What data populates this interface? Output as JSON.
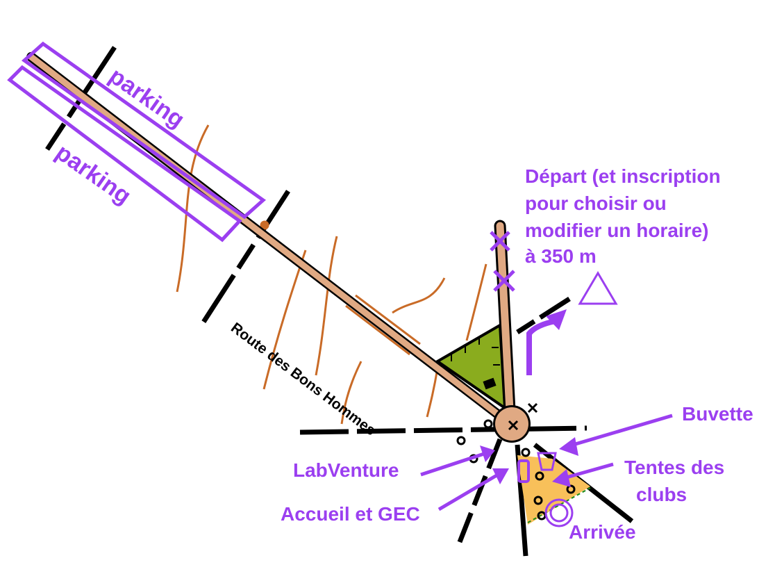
{
  "map": {
    "road_name": "Route des Bons Hommes",
    "parking_labels": [
      "parking",
      "parking"
    ],
    "depart_lines": [
      "Départ (et inscription",
      "pour choisir ou",
      "modifier un horaire)",
      "à 350 m"
    ],
    "labels": {
      "buvette": "Buvette",
      "tentes_line1": "Tentes des",
      "tentes_line2": "clubs",
      "labventure": "LabVenture",
      "accueil": "Accueil et GEC",
      "arrivee": "Arrivée"
    },
    "colors": {
      "annotation": "#9b3ff0",
      "road_fill": "#e0a983",
      "contour": "#c96b27",
      "forest": "#8aac1e",
      "finish_area": "#f8c05a",
      "linear_feature": "#000000"
    }
  }
}
